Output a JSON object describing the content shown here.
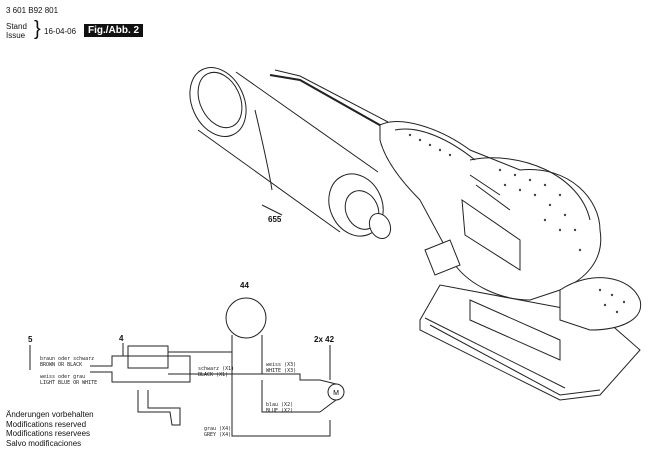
{
  "header": {
    "part_number": "3 601 B92 801",
    "stand_label": "Stand",
    "issue_label": "Issue",
    "date": "16-04-06",
    "fig_label": "Fig./Abb. 2"
  },
  "callouts": {
    "c655": "655",
    "c44": "44",
    "c5": "5",
    "c4": "4",
    "c42": "2x 42"
  },
  "wire_labels": {
    "w1a": "braun oder schwarz",
    "w1b": "BROWN OR BLACK",
    "w2a": "weiss oder grau",
    "w2b": "LIGHT BLUE OR WHITE",
    "w3a": "schwarz (X1)",
    "w3b": "BLACK (X1)",
    "w4a": "weiss (X3)",
    "w4b": "WHITE (X3)",
    "w5a": "blau (X2)",
    "w5b": "BLUE (X2)",
    "w6a": "grau (X4)",
    "w6b": "GREY (X4)"
  },
  "notes": [
    "Änderungen vorbehalten",
    "Modifications reserved",
    "Modifications reservees",
    "Salvo modificaciones"
  ]
}
